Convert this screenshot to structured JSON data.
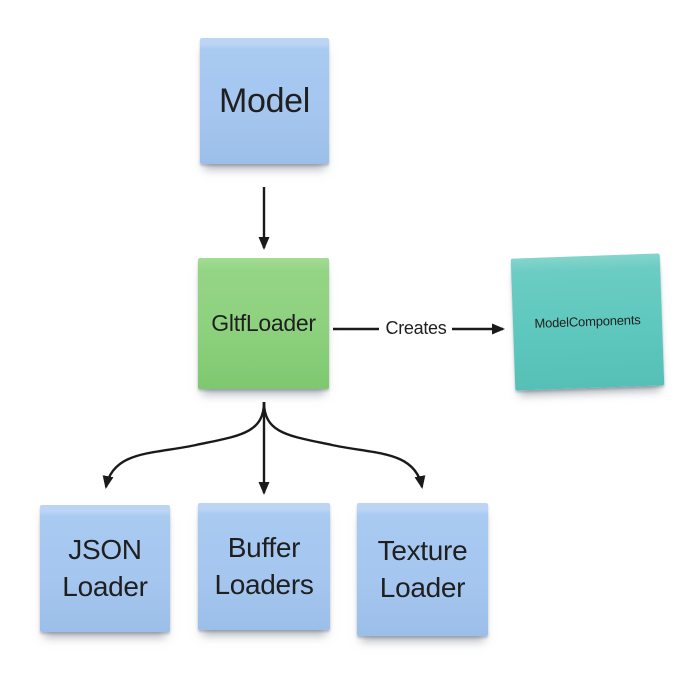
{
  "diagram": {
    "nodes": {
      "model": {
        "label": "Model",
        "color": "#a4c6ef",
        "shape": "sticky-note"
      },
      "gltf_loader": {
        "label": "GltfLoader",
        "color": "#8dd17e",
        "shape": "sticky-note"
      },
      "model_components": {
        "label": "ModelComponents",
        "color": "#5ec8be",
        "shape": "sticky-note"
      },
      "json_loader": {
        "label_line1": "JSON",
        "label_line2": "Loader",
        "color": "#a4c6ef",
        "shape": "sticky-note"
      },
      "buffer_loaders": {
        "label_line1": "Buffer",
        "label_line2": "Loaders",
        "color": "#a4c6ef",
        "shape": "sticky-note"
      },
      "texture_loader": {
        "label_line1": "Texture",
        "label_line2": "Loader",
        "color": "#a4c6ef",
        "shape": "sticky-note"
      }
    },
    "edges": [
      {
        "from": "model",
        "to": "gltf_loader",
        "label": ""
      },
      {
        "from": "gltf_loader",
        "to": "model_components",
        "label": "Creates"
      },
      {
        "from": "gltf_loader",
        "to": "json_loader",
        "label": ""
      },
      {
        "from": "gltf_loader",
        "to": "buffer_loaders",
        "label": ""
      },
      {
        "from": "gltf_loader",
        "to": "texture_loader",
        "label": ""
      }
    ],
    "palette": {
      "background": "#ffffff",
      "arrow": "#1a1a1a",
      "text": "#1f1f1f",
      "note_blue": "#a4c6ef",
      "note_green": "#8dd17e",
      "note_teal": "#5ec8be"
    }
  }
}
